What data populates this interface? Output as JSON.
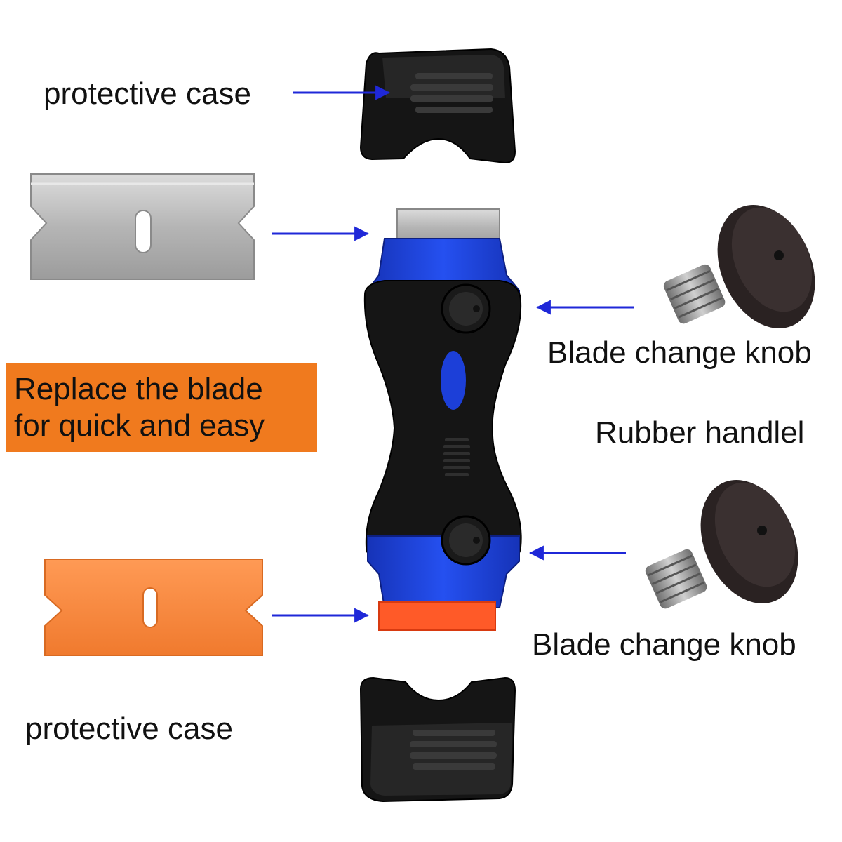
{
  "labels": {
    "protective_case_top": "protective case",
    "protective_case_bottom": "protective case",
    "knob_top": "Blade change knob",
    "knob_bottom": "Blade change knob",
    "handle": "Rubber handlel"
  },
  "callout": {
    "line1": "Replace the blade",
    "line2": "for quick and easy"
  },
  "colors": {
    "arrow": "#1f28d8",
    "callout_bg": "#f07a1e",
    "handle_black": "#141414",
    "handle_blue": "#1c3fd8",
    "steel_blade": "#b9b9b9",
    "plastic_blade": "#f5823a",
    "knob": "#2a2222",
    "screw": "#9a9a9a"
  }
}
